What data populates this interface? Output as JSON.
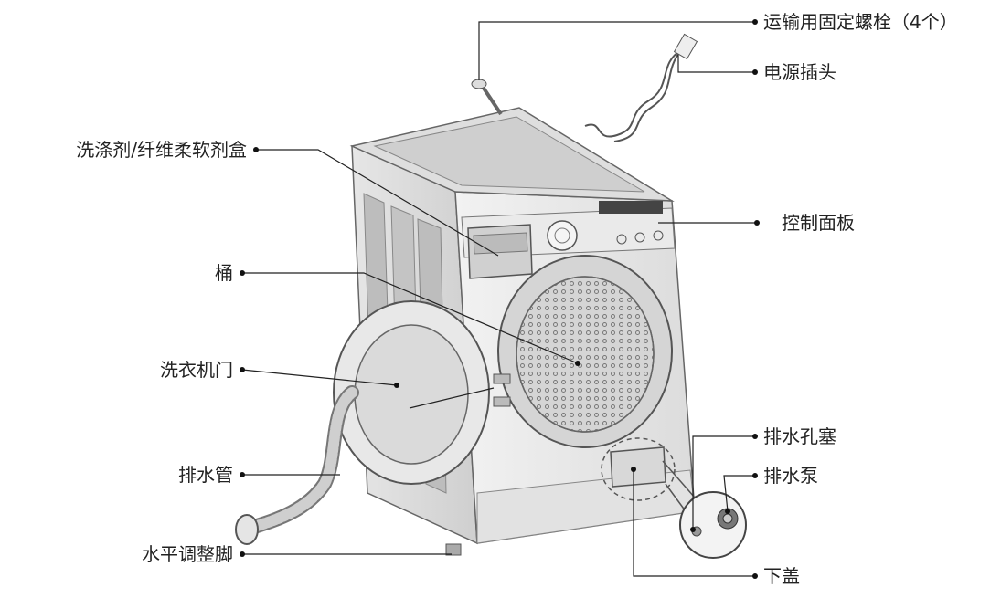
{
  "labels": {
    "transport_bolts": "运输用固定螺栓（4个）",
    "power_plug": "电源插头",
    "detergent_drawer": "洗涤剂/纤维柔软剂盒",
    "control_panel": "控制面板",
    "drum": "桶",
    "door": "洗衣机门",
    "drain_hose": "排水管",
    "leveling_foot": "水平调整脚",
    "drain_plug": "排水孔塞",
    "drain_pump": "排水泵",
    "lower_cover": "下盖"
  }
}
